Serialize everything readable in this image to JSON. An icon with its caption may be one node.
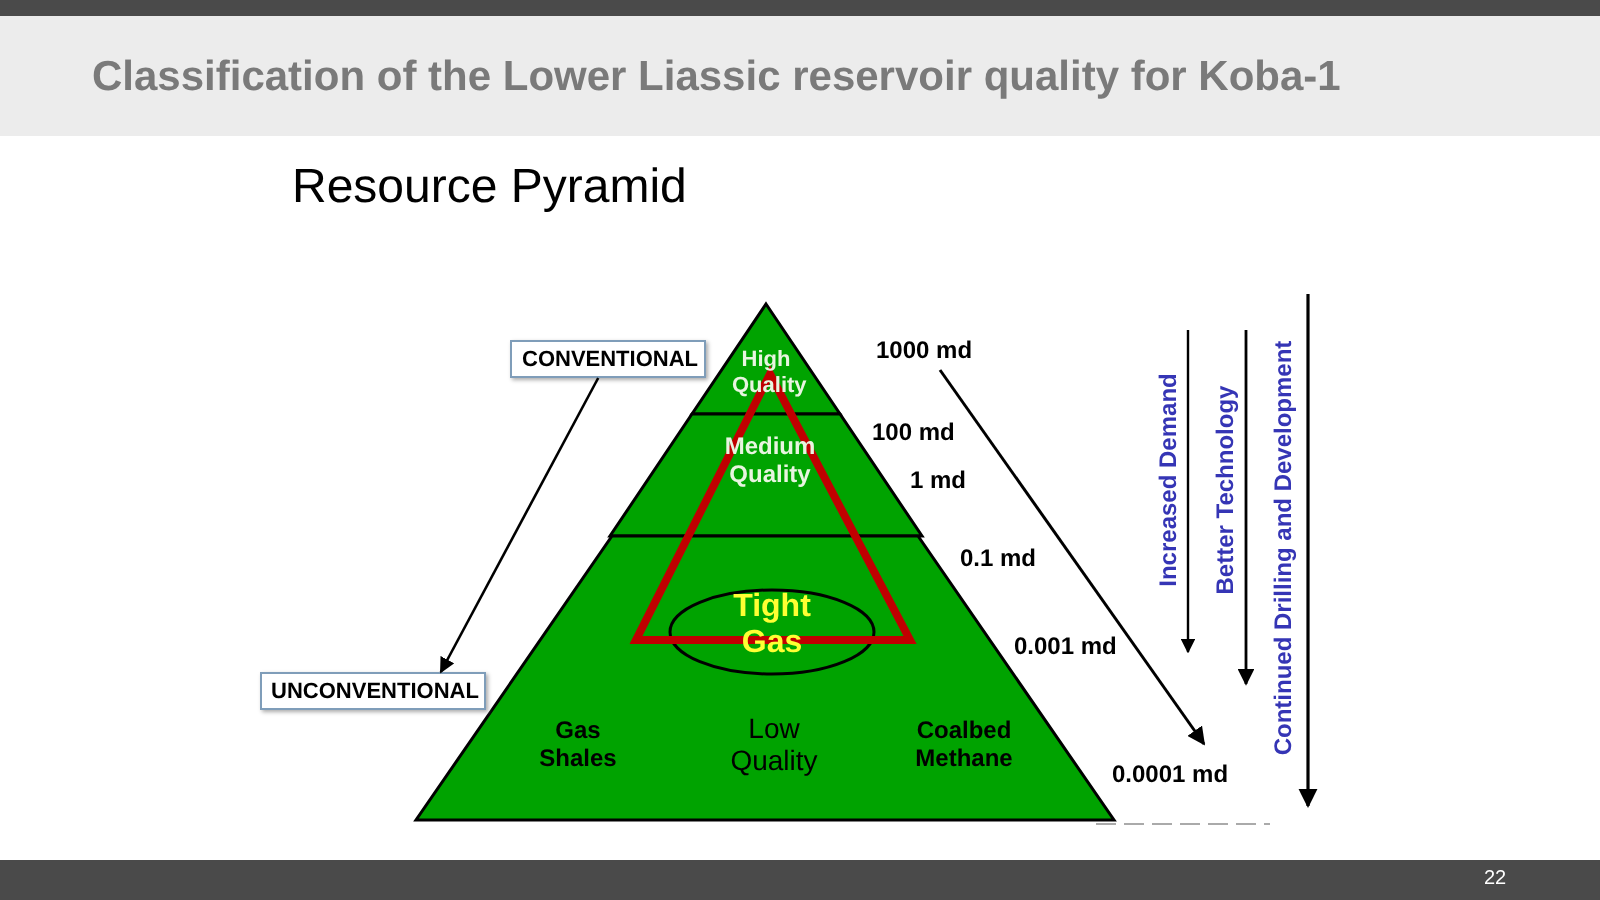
{
  "diagram": {
    "title": "Classification of the Lower Liassic reservoir quality for Koba-1",
    "nodes": [
      {
        "text": [
          "High Quality"
        ]
      },
      {
        "text": [
          "Medium Quality"
        ]
      },
      {
        "text": [
          "Gas Shales",
          "Low Quality",
          "Coalbed Methane"
        ]
      },
      {
        "text": [
          "Tight Gas"
        ],
        "in": 2
      },
      {
        "text": [
          "CONVENTIONAL"
        ]
      },
      {
        "text": [
          "UNCONVENTIONAL"
        ]
      }
    ],
    "edges": [
      {
        "from": 4,
        "to": 5,
        "arrow": "to"
      }
    ],
    "labels": [
      "Resource Pyramid",
      "1000 md",
      "100 md",
      "1 md",
      "0.1 md",
      "0.001 md",
      "0.0001 md",
      "Increased Demand",
      "Better Technology",
      "Continued Drilling and Development",
      "22"
    ]
  }
}
